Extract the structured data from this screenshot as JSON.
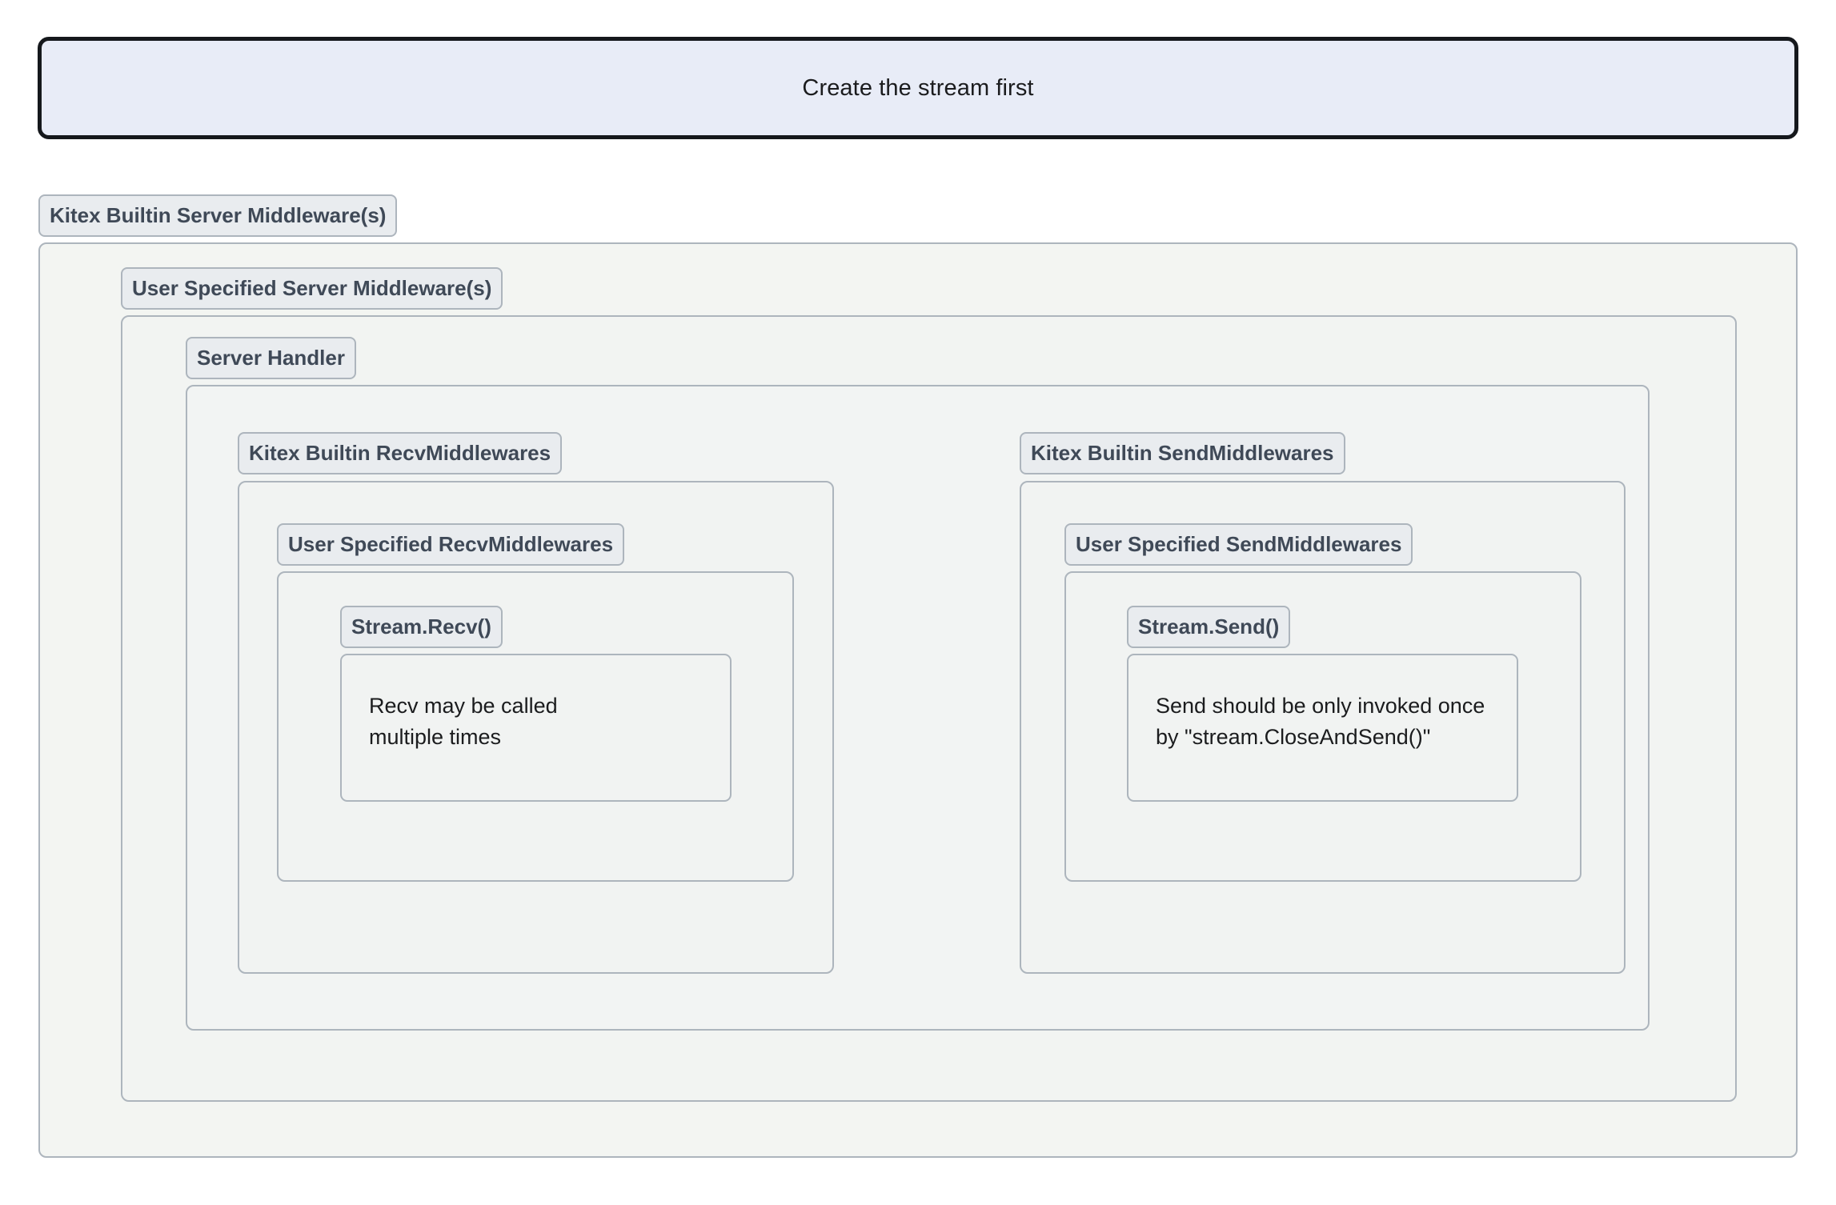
{
  "diagram": {
    "type": "nested-boxes",
    "note_banner": {
      "text": "Create the stream first",
      "fill_color": "#e8ecf7",
      "border_color": "#15181c"
    },
    "group_fill_color": "#f2f4f3",
    "group_border_color": "#adb5bd",
    "chip_fill_color": "#e9ecef",
    "chip_text_color": "#3f4957",
    "groups": {
      "server_builtin": {
        "label": "Kitex Builtin Server Middleware(s)"
      },
      "server_user": {
        "label": "User Specified Server Middleware(s)"
      },
      "server_handler": {
        "label": "Server Handler"
      },
      "recv_builtin": {
        "label": "Kitex Builtin RecvMiddlewares"
      },
      "recv_user": {
        "label": "User Specified RecvMiddlewares"
      },
      "stream_recv": {
        "label": "Stream.Recv()"
      },
      "send_builtin": {
        "label": "Kitex Builtin SendMiddlewares"
      },
      "send_user": {
        "label": "User Specified SendMiddlewares"
      },
      "stream_send": {
        "label": "Stream.Send()"
      }
    },
    "leaves": {
      "recv_note": {
        "text": "Recv may be called\nmultiple times"
      },
      "send_note": {
        "text": "Send should be only invoked once\nby \"stream.CloseAndSend()\""
      }
    }
  }
}
